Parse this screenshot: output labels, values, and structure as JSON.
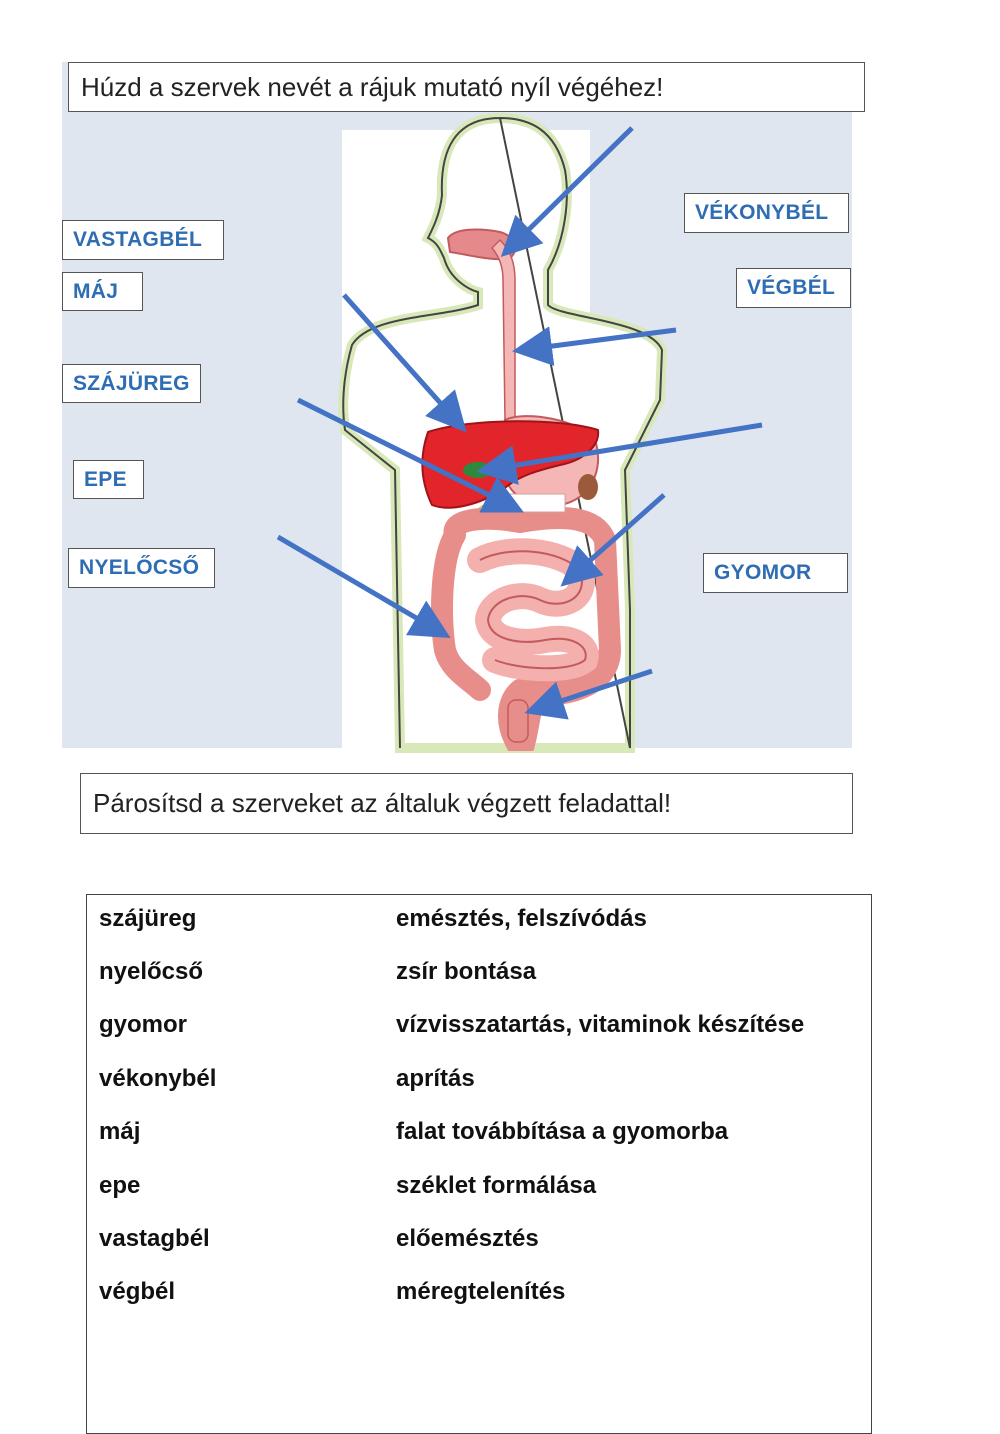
{
  "instructions": {
    "drag": "Húzd a szervek nevét a rájuk mutató nyíl végéhez!",
    "match": "Párosítsd a szerveket az általuk végzett feladattal!"
  },
  "labels": {
    "vastagbel": "VASTAGBÉL",
    "maj": "MÁJ",
    "szajureg": "SZÁJÜREG",
    "epe": "EPE",
    "nyelocso": "NYELŐCSŐ",
    "vekonybel": "VÉKONYBÉL",
    "vegbel": "VÉGBÉL",
    "gyomor": "GYOMOR"
  },
  "table": {
    "rows": [
      {
        "organ": "szájüreg",
        "task": "emésztés, felszívódás"
      },
      {
        "organ": "nyelőcső",
        "task": "zsír bontása"
      },
      {
        "organ": "gyomor",
        "task": "vízvisszatartás, vitaminok készítése"
      },
      {
        "organ": "vékonybél",
        "task": "aprítás"
      },
      {
        "organ": "máj",
        "task": "falat továbbítása a gyomorba"
      },
      {
        "organ": "epe",
        "task": "széklet formálása"
      },
      {
        "organ": "vastagbél",
        "task": "előemésztés"
      },
      {
        "organ": "végbél",
        "task": "méregtelenítés"
      }
    ]
  },
  "colors": {
    "label_text": "#2f6db3",
    "arrow": "#4472c4",
    "panel": "#dfe6f0"
  }
}
